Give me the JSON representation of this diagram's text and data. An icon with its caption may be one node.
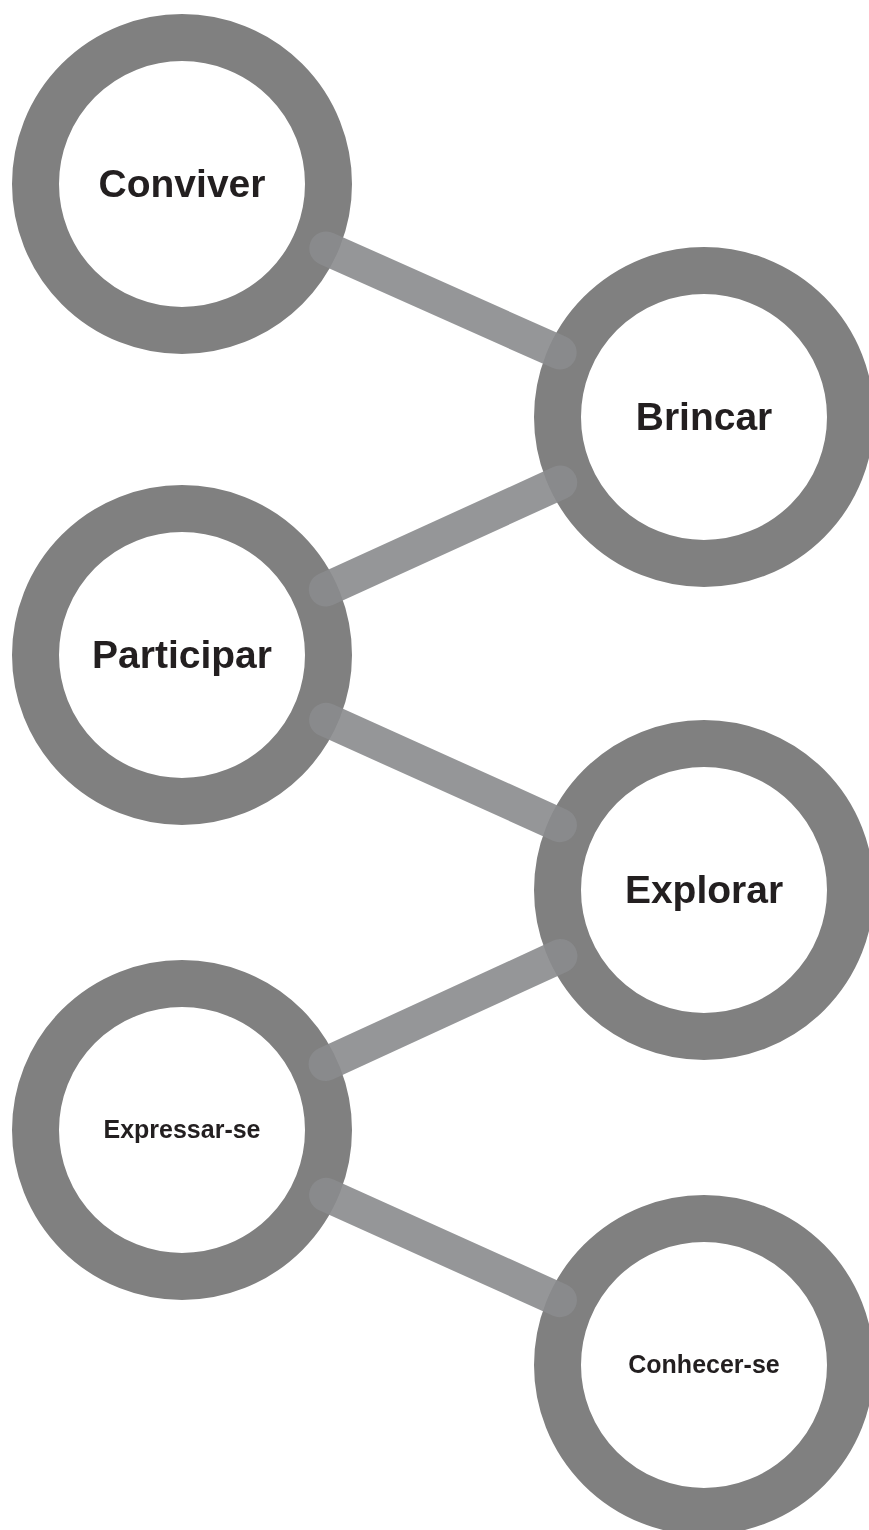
{
  "diagram": {
    "nodes": [
      {
        "text": [
          "Conviver"
        ]
      },
      {
        "text": [
          "Brincar"
        ]
      },
      {
        "text": [
          "Participar"
        ]
      },
      {
        "text": [
          "Explorar"
        ]
      },
      {
        "text": [
          "Expressar-se"
        ]
      },
      {
        "text": [
          "Conhecer-se"
        ]
      }
    ],
    "edges": [
      {
        "from": 0,
        "to": 1,
        "arrow": "none"
      },
      {
        "from": 1,
        "to": 2,
        "arrow": "none"
      },
      {
        "from": 2,
        "to": 3,
        "arrow": "none"
      },
      {
        "from": 3,
        "to": 4,
        "arrow": "none"
      },
      {
        "from": 4,
        "to": 5,
        "arrow": "none"
      }
    ]
  }
}
